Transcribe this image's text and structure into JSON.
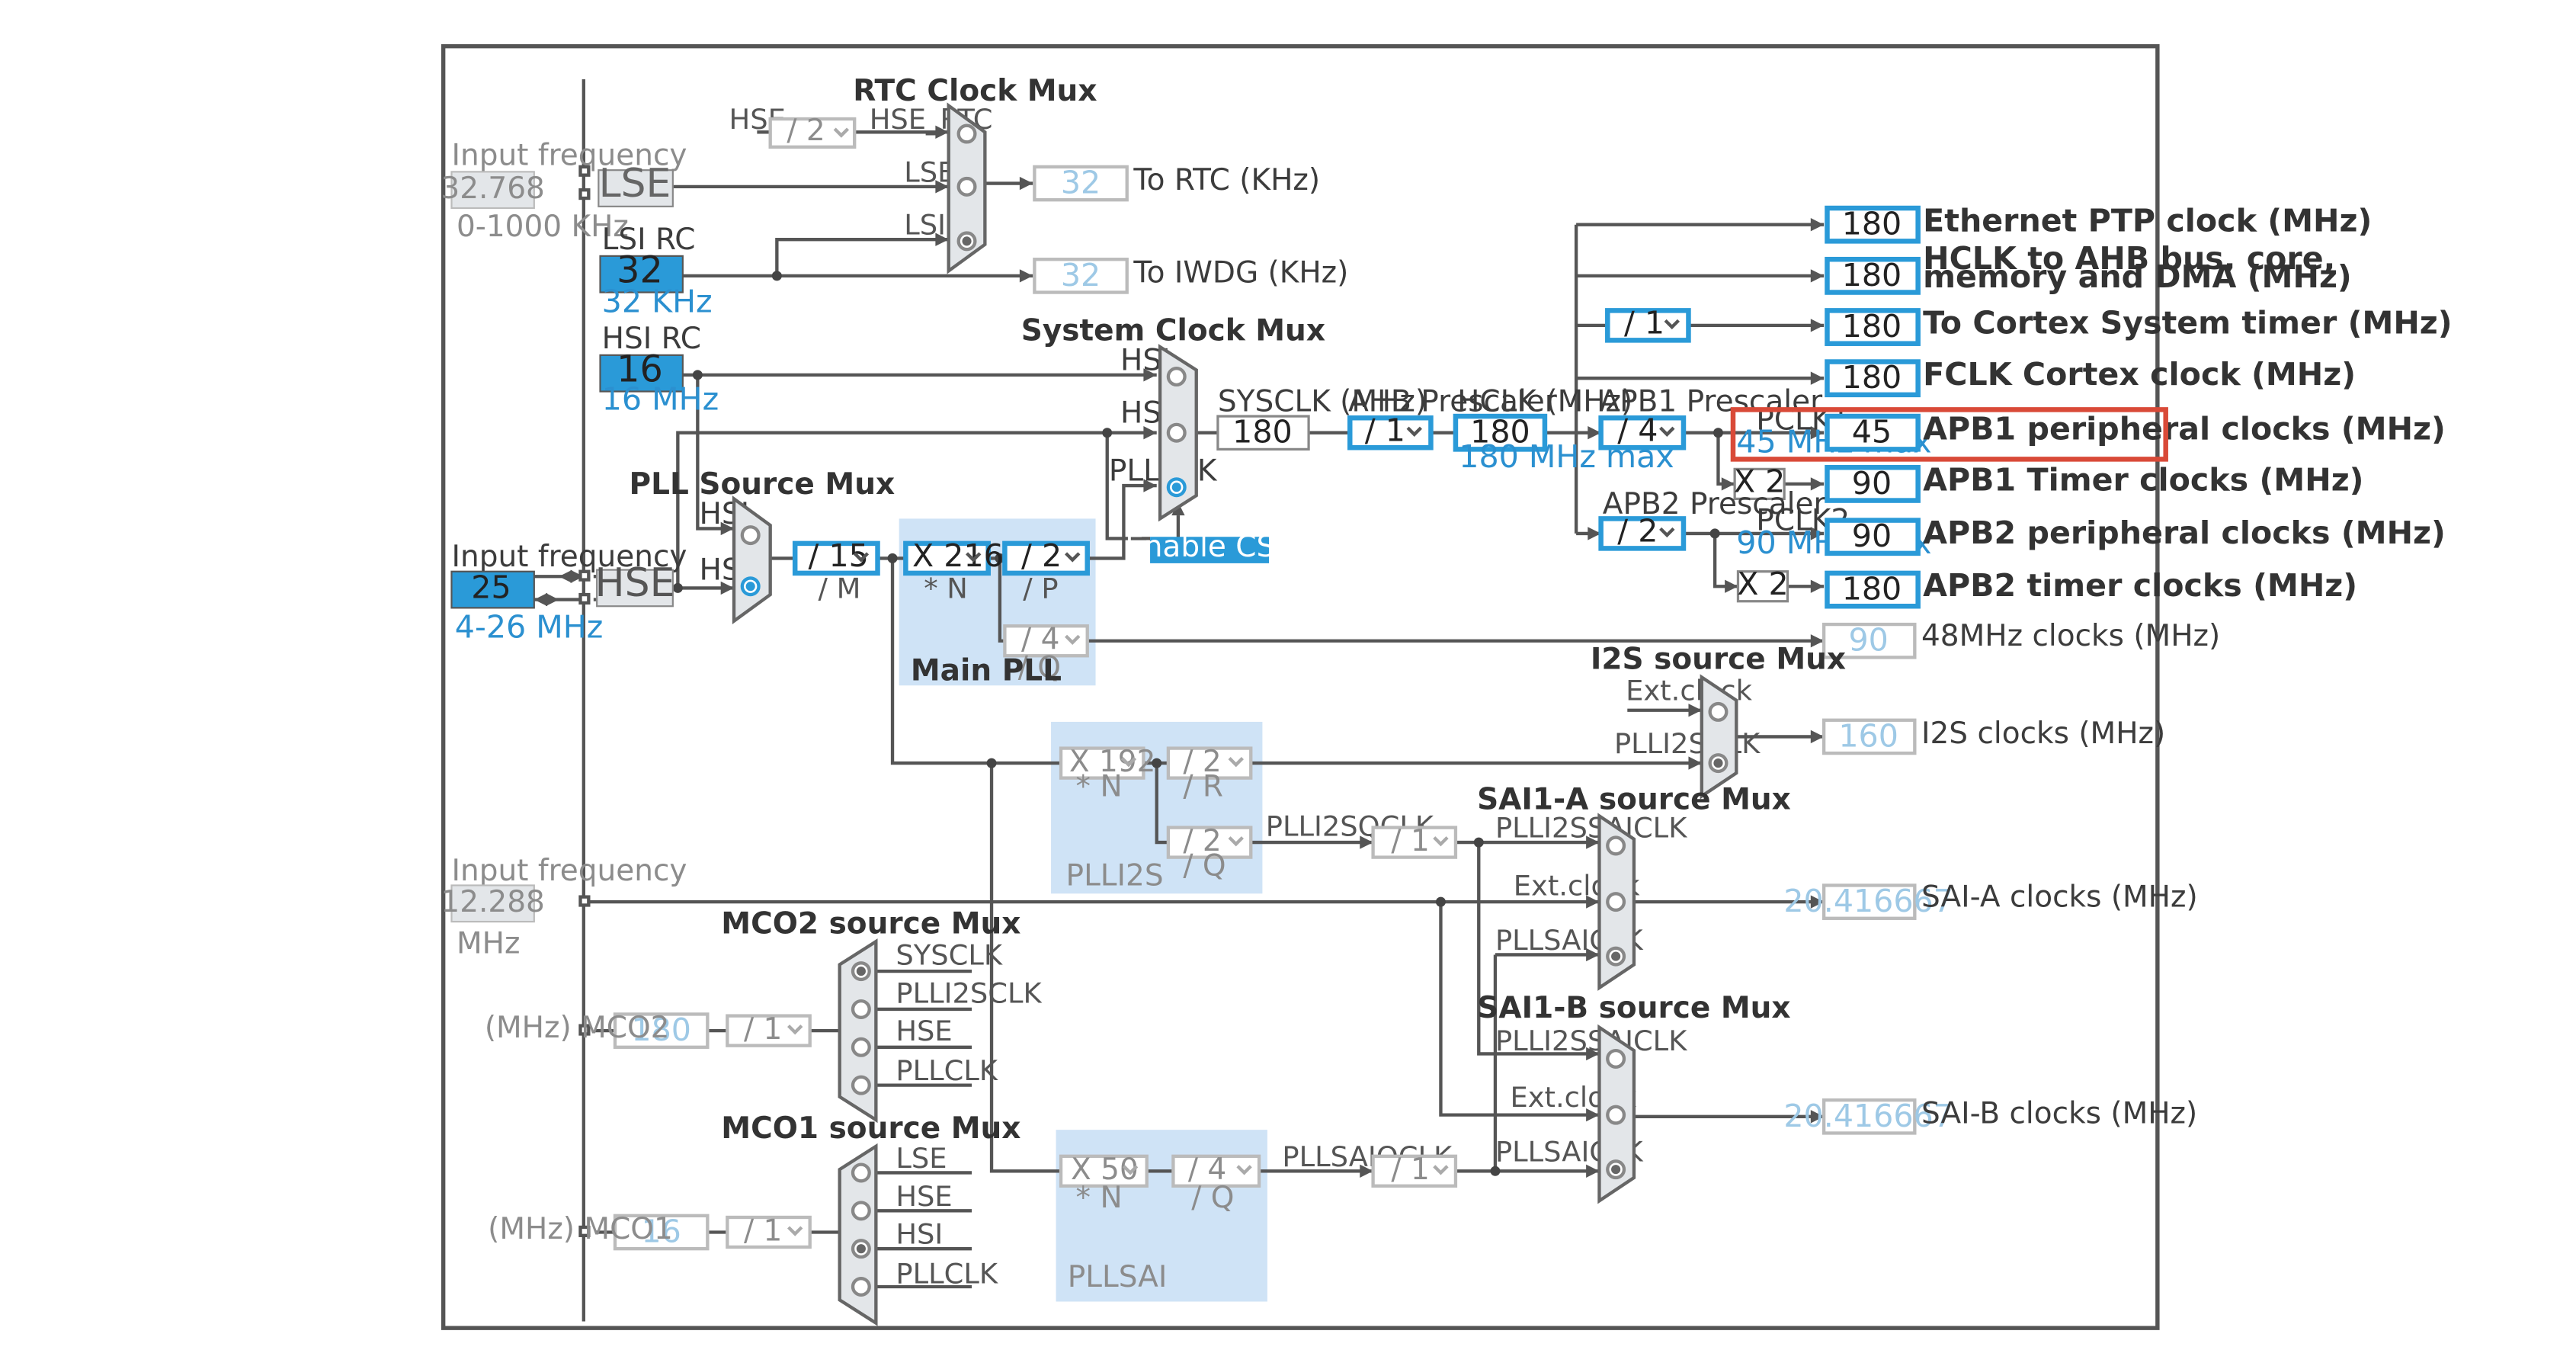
{
  "diagram": {
    "inputs": {
      "lse": {
        "heading": "Input frequency",
        "value": "32.768",
        "range": "0-1000 KHz",
        "block": "LSE"
      },
      "lsi": {
        "heading": "LSI RC",
        "value": "32",
        "unit": "32 KHz"
      },
      "hsi": {
        "heading": "HSI RC",
        "value": "16",
        "unit": "16 MHz"
      },
      "hse": {
        "heading": "Input frequency",
        "value": "25",
        "range": "4-26 MHz",
        "block": "HSE"
      },
      "i2s": {
        "heading": "Input frequency",
        "value": "12.288",
        "unit": "MHz"
      }
    },
    "rtc": {
      "mux_title": "RTC Clock Mux",
      "in_hse": "HSE",
      "div": "/ 2",
      "hse_rtc": "HSE_RTC",
      "lse": "LSE",
      "lsi": "LSI",
      "rtc_value": "32",
      "rtc_label": "To RTC (KHz)",
      "iwdg_value": "32",
      "iwdg_label": "To IWDG (KHz)"
    },
    "sysmux": {
      "title": "System Clock Mux",
      "hsi": "HSI",
      "hse": "HSE",
      "pllclk": "PLLCLK",
      "css_button": "Enable CSS"
    },
    "sysclk": {
      "label": "SYSCLK (MHz)",
      "value": "180"
    },
    "ahb": {
      "label": "AHB Prescaler",
      "value": "/ 1"
    },
    "hclk": {
      "label": "HCLK (MHz)",
      "value": "180",
      "max": "180 MHz max"
    },
    "apb1": {
      "label": "APB1 Prescaler",
      "value": "/ 4",
      "pclk": "PCLK1",
      "max": "45 MHz max",
      "timer_mult": "X 2"
    },
    "apb2": {
      "label": "APB2 Prescaler",
      "value": "/ 2",
      "pclk": "PCLK2",
      "max": "90 MHz max",
      "timer_mult": "X 2"
    },
    "cortex_div": "/ 1",
    "outputs": [
      {
        "value": "180",
        "label": "Ethernet PTP clock (MHz)"
      },
      {
        "value": "180",
        "label": "HCLK to AHB bus, core,",
        "label2": "memory and DMA (MHz)"
      },
      {
        "value": "180",
        "label": "To Cortex System timer (MHz)"
      },
      {
        "value": "180",
        "label": "FCLK Cortex clock (MHz)"
      },
      {
        "value": "45",
        "label": "APB1 peripheral clocks (MHz)"
      },
      {
        "value": "90",
        "label": "APB1 Timer clocks (MHz)"
      },
      {
        "value": "90",
        "label": "APB2 peripheral clocks (MHz)"
      },
      {
        "value": "180",
        "label": "APB2 timer clocks (MHz)"
      },
      {
        "value": "90",
        "label": "48MHz clocks (MHz)"
      },
      {
        "value": "160",
        "label": "I2S clocks (MHz)"
      },
      {
        "value": "20.416667",
        "label": "SAI-A clocks (MHz)"
      },
      {
        "value": "20.416667",
        "label": "SAI-B clocks (MHz)"
      }
    ],
    "pllsrc": {
      "title": "PLL Source Mux",
      "hsi": "HSI",
      "hse": "HSE",
      "m_value": "/ 15",
      "m_label": "/ M"
    },
    "mainpll": {
      "title": "Main PLL",
      "n_value": "X 216",
      "n_label": "* N",
      "p_value": "/ 2",
      "p_label": "/ P",
      "q_value": "/ 4",
      "q_label": "/ Q"
    },
    "plli2s": {
      "title": "PLLI2S",
      "n_value": "X 192",
      "n_label": "* N",
      "r_value": "/ 2",
      "r_label": "/ R",
      "q_value": "/ 2",
      "q_label": "/ Q",
      "q_out": "PLLI2SQCLK",
      "div_q": "/ 1"
    },
    "pllsai": {
      "title": "PLLSAI",
      "n_value": "X 50",
      "n_label": "* N",
      "q_value": "/ 4",
      "q_label": "/ Q",
      "q_out": "PLLSAIQCLK",
      "div_q": "/ 1"
    },
    "i2smux": {
      "title": "I2S source Mux",
      "ext": "Ext.clock",
      "plli2sclk": "PLLI2SCLK"
    },
    "saiamux": {
      "title": "SAI1-A source Mux",
      "plli2ssaiclk": "PLLI2SSAICLK",
      "ext": "Ext.clock",
      "pllsaiclk": "PLLSAICLK"
    },
    "saibmux": {
      "title": "SAI1-B source Mux",
      "plli2ssaiclk": "PLLI2SSAICLK",
      "ext": "Ext.clock",
      "pllsaiclk": "PLLSAICLK"
    },
    "mco2": {
      "title": "MCO2 source Mux",
      "inputs": [
        "SYSCLK",
        "PLLI2SCLK",
        "HSE",
        "PLLCLK"
      ],
      "div": "/ 1",
      "value": "180",
      "label": "(MHz) MCO2"
    },
    "mco1": {
      "title": "MCO1 source Mux",
      "inputs": [
        "LSE",
        "HSE",
        "HSI",
        "PLLCLK"
      ],
      "div": "/ 1",
      "value": "16",
      "label": "(MHz) MCO1"
    }
  }
}
